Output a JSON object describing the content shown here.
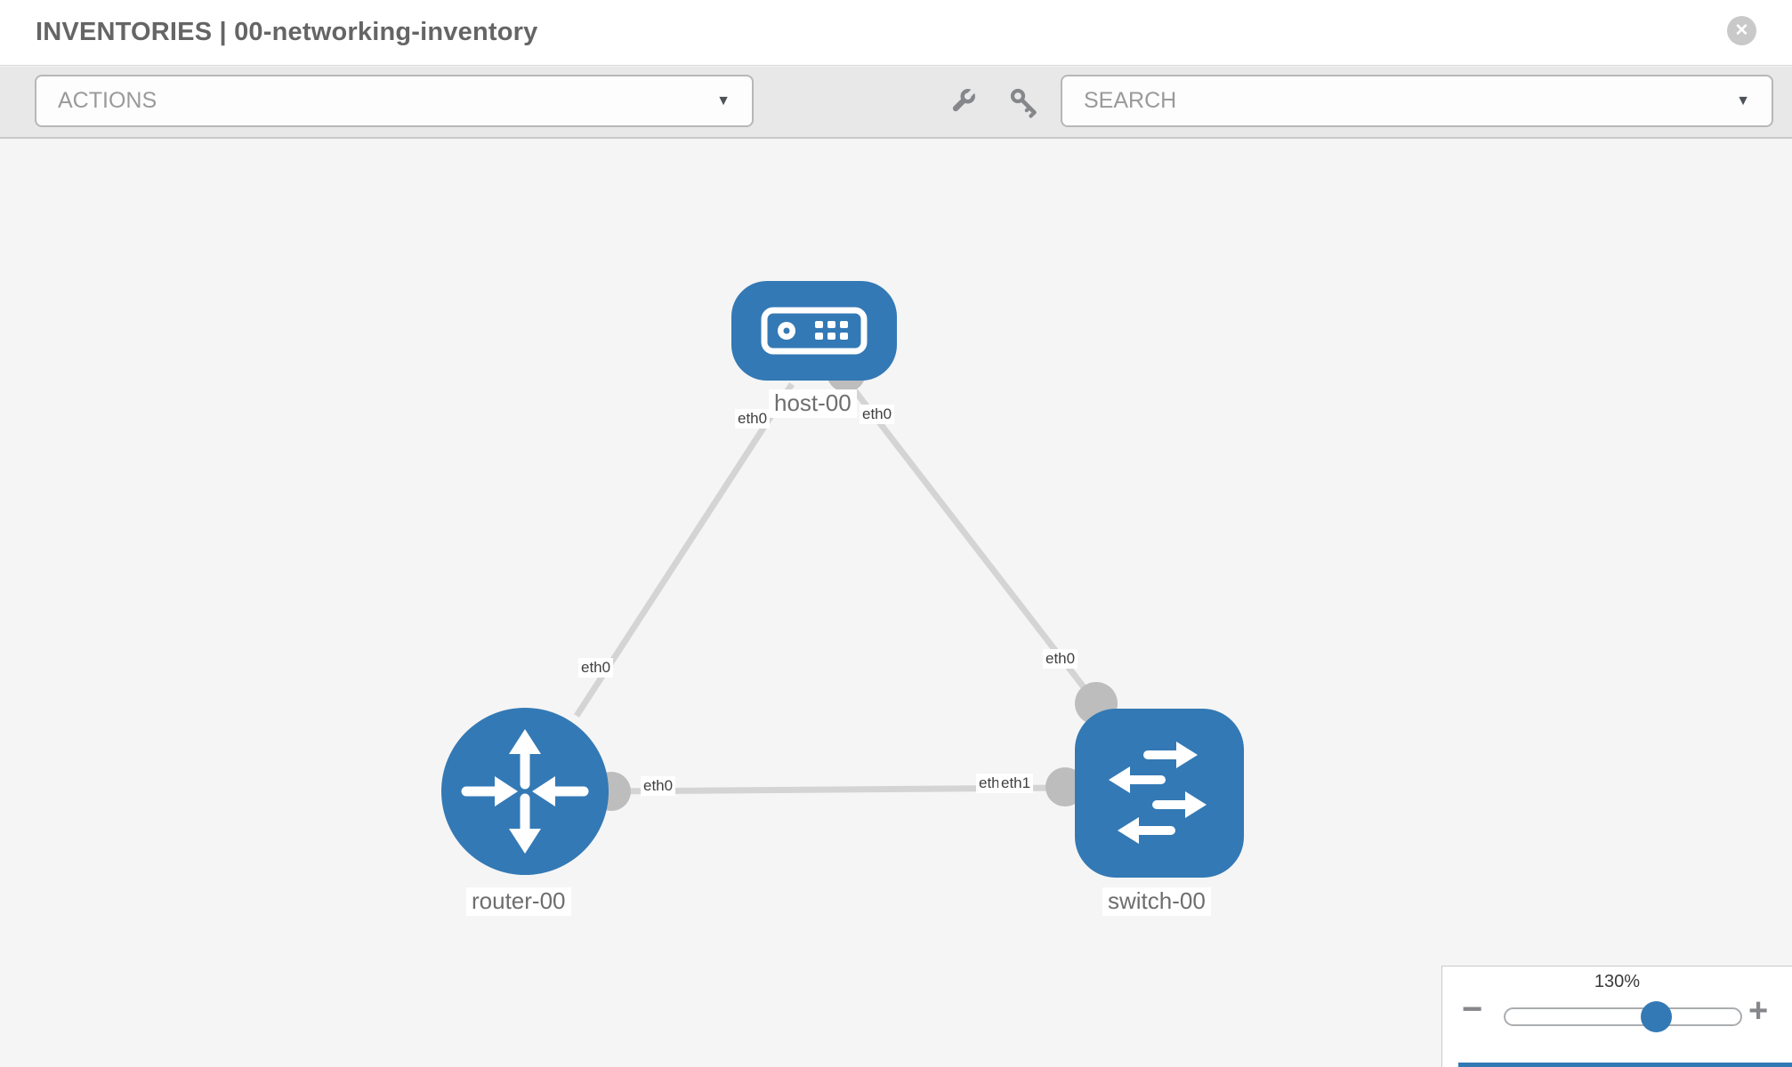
{
  "header": {
    "title": "INVENTORIES | 00-networking-inventory",
    "close_glyph": "✕"
  },
  "toolbar": {
    "actions_label": "ACTIONS",
    "search_label": "SEARCH",
    "caret_glyph": "▼",
    "icons": [
      "wrench-icon",
      "key-icon"
    ]
  },
  "canvas": {
    "nodes": [
      {
        "name": "host-00",
        "type": "host"
      },
      {
        "name": "router-00",
        "type": "router"
      },
      {
        "name": "switch-00",
        "type": "switch"
      }
    ],
    "links": [
      {
        "from": "host-00",
        "to": "router-00",
        "from_iface": "eth0",
        "to_iface": "eth0"
      },
      {
        "from": "host-00",
        "to": "switch-00",
        "from_iface": "eth0",
        "to_iface": "eth0"
      },
      {
        "from": "router-00",
        "to": "switch-00",
        "from_iface": "eth0",
        "to_iface": "eth1",
        "switch_end_overlap": "eth0"
      }
    ]
  },
  "zoom_control": {
    "level": "130%",
    "minus_glyph": "−",
    "plus_glyph": "+"
  },
  "colors": {
    "node_blue": "#3379b5",
    "link_gray": "#d4d4d4",
    "connector_gray": "#bdbdbd",
    "toolbar_bg": "#e8e8e8",
    "canvas_bg": "#f5f5f5"
  }
}
